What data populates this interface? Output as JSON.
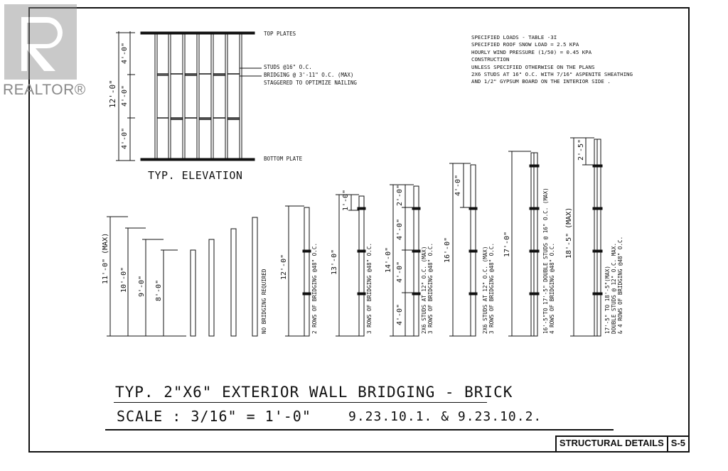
{
  "watermark": {
    "text": "REALTOR®",
    "icon": "realtor-r-logo-icon"
  },
  "elevation": {
    "title": "TYP. ELEVATION",
    "overall_dim": "12'-0\"",
    "segment_dims": [
      "4'-0\"",
      "4'-0\"",
      "4'-0\""
    ],
    "top_label": "TOP PLATES",
    "bottom_label": "BOTTOM PLATE",
    "studs_label": "STUDS @16\" O.C.",
    "bridging_label": "BRIDGING @ 3'-11\" O.C. (MAX)",
    "stagger_label": "STAGGERED TO OPTIMIZE NAILING"
  },
  "notes": [
    "SPECIFIED LOADS - TABLE -3I",
    "SPECIFIED ROOF SNOW LOAD = 2.5 KPA",
    "HOURLY WIND PRESSURE (1/50) = 0.45 KPA",
    "CONSTRUCTION",
    "UNLESS SPECIFIED OTHERWISE ON THE PLANS",
    "2X6 STUDS AT 16\" O.C. WITH 7/16\" ASPENITE SHEATHING",
    "AND 1/2\" GYPSUM BOARD ON THE INTERIOR SIDE ."
  ],
  "walls": {
    "group1": {
      "heights": [
        "11'-0\" (MAX)",
        "10'-0\"",
        "9'-0\"",
        "8'-0\""
      ],
      "note": "NO BRIDGING REQUIRED"
    },
    "wall12": {
      "height": "12'-0\"",
      "note": "2 ROWS OF BRIDGING @48\" O.C."
    },
    "wall13": {
      "height": "13'-0\"",
      "top_dim": "1'-0\"",
      "note": "3 ROWS OF BRIDGING @48\" O.C."
    },
    "wall14": {
      "height": "14'-0\"",
      "segments": [
        "2'-0\"",
        "4'-0\"",
        "4'-0\"",
        "4'-0\""
      ],
      "note1": "2X6 STUDS AT 12\" O.C. (MAX)",
      "note2": "3 ROWS OF BRIDGING @48\" O.C."
    },
    "wall16": {
      "height": "16'-0\"",
      "top_dim": "4'-0\"",
      "note1": "2X6 STUDS AT 12\" O.C. (MAX)",
      "note2": "3 ROWS OF BRIDGING @48\" O.C."
    },
    "wall17": {
      "height": "17'-0\"",
      "note1": "16'-5\"TO 17'-5\" DOUBLE STUDS @ 16\" O.C. (MAX)",
      "note2": "4 ROWS OF BRIDGING @48\" O.C."
    },
    "wall18": {
      "height": "18'-5\" (MAX)",
      "top_dim": "2'-5\"",
      "note1": "17'-5\" TO 18'-5\"(MAX)",
      "note2": "DOUBLE STUDS @ 12\" O.C. MAX.",
      "note3": "& 4 ROWS OF BRIDGING @48\" O.C."
    }
  },
  "footer": {
    "title": "TYP. 2\"X6\" EXTERIOR WALL BRIDGING - BRICK",
    "scale": "SCALE : 3/16\" = 1'-0\"",
    "references": "9.23.10.1. & 9.23.10.2."
  },
  "title_block": {
    "label": "STRUCTURAL DETAILS",
    "sheet": "S-5"
  }
}
